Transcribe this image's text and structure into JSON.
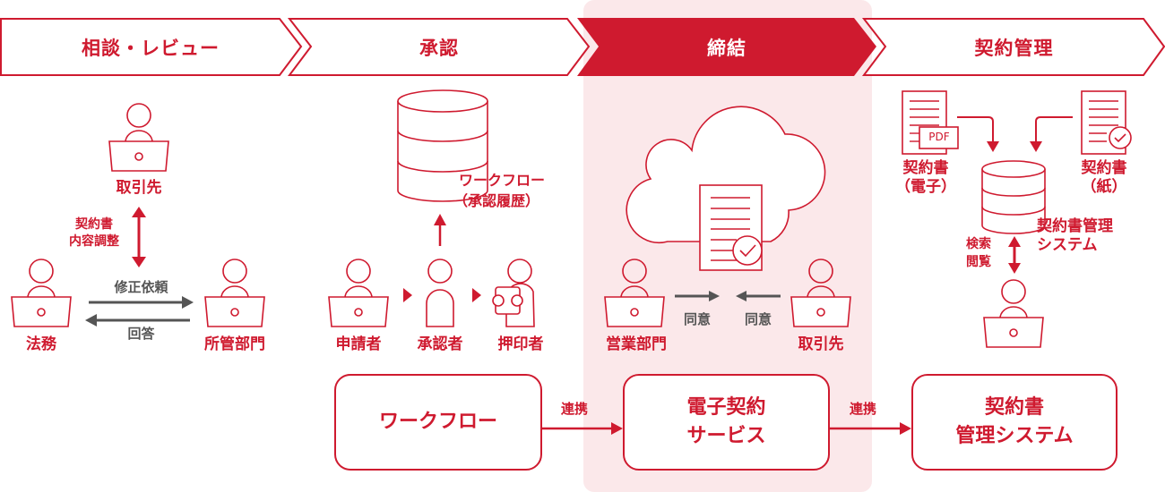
{
  "colors": {
    "accent": "#cf1a2f",
    "highlight_bg": "#fbe8ea",
    "gray_arrow": "#555555"
  },
  "steps": [
    {
      "label": "相談・レビュー",
      "active": false
    },
    {
      "label": "承認",
      "active": false
    },
    {
      "label": "締結",
      "active": true
    },
    {
      "label": "契約管理",
      "active": false
    }
  ],
  "consult": {
    "top_person": "取引先",
    "left_person": "法務",
    "right_person": "所管部門",
    "vertical_arrow_label_1": "契約書",
    "vertical_arrow_label_2": "内容調整",
    "arrow_right_label": "修正依頼",
    "arrow_left_label": "回答"
  },
  "approval": {
    "db_label_1": "ワークフロー",
    "db_label_2": "（承認履歴）",
    "persons": [
      "申請者",
      "承認者",
      "押印者"
    ]
  },
  "signing": {
    "left_person": "営業部門",
    "right_person": "取引先",
    "left_arrow_label": "同意",
    "right_arrow_label": "同意"
  },
  "management": {
    "doc_electronic_1": "契約書",
    "doc_electronic_2": "（電子）",
    "pdf_badge": "PDF",
    "doc_paper_1": "契約書",
    "doc_paper_2": "（紙）",
    "system_label_1": "契約書管理",
    "system_label_2": "システム",
    "access_label_1": "検索",
    "access_label_2": "閲覧"
  },
  "bottom_flow": {
    "boxes": [
      {
        "line1": "ワークフロー",
        "line2": ""
      },
      {
        "line1": "電子契約",
        "line2": "サービス"
      },
      {
        "line1": "契約書",
        "line2": "管理システム"
      }
    ],
    "links": [
      "連携",
      "連携"
    ]
  }
}
